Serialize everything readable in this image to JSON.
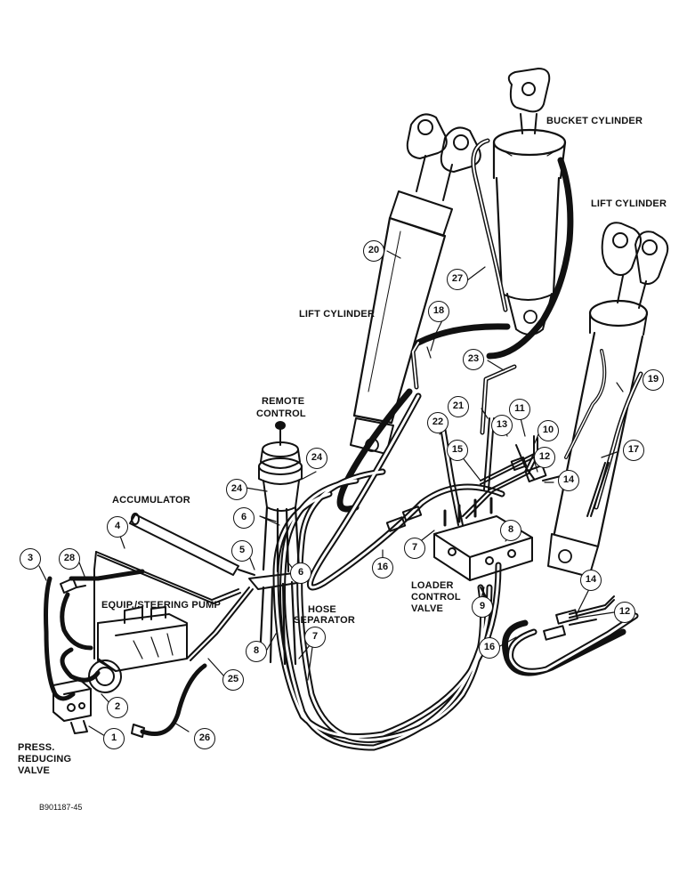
{
  "labels": {
    "bucket_cylinder": "BUCKET CYLINDER",
    "lift_cylinder_right": "LIFT CYLINDER",
    "lift_cylinder_left": "LIFT CYLINDER",
    "remote_control_1": "REMOTE",
    "remote_control_2": "CONTROL",
    "accumulator": "ACCUMULATOR",
    "pump": "EQUIP./STEERING PUMP",
    "hose_separator_1": "HOSE",
    "hose_separator_2": "SEPARATOR",
    "loader_valve_1": "LOADER",
    "loader_valve_2": "CONTROL",
    "loader_valve_3": "VALVE",
    "reducing_valve_1": "PRESS.",
    "reducing_valve_2": "REDUCING",
    "reducing_valve_3": "VALVE"
  },
  "callouts": {
    "c1": "1",
    "c2": "2",
    "c3": "3",
    "c4": "4",
    "c5": "5",
    "c6a": "6",
    "c6b": "6",
    "c7a": "7",
    "c7b": "7",
    "c8a": "8",
    "c8b": "8",
    "c9": "9",
    "c10": "10",
    "c11": "11",
    "c12a": "12",
    "c12b": "12",
    "c13": "13",
    "c14a": "14",
    "c14b": "14",
    "c15": "15",
    "c16a": "16",
    "c16b": "16",
    "c17": "17",
    "c18": "18",
    "c19": "19",
    "c20": "20",
    "c21": "21",
    "c22": "22",
    "c23": "23",
    "c24a": "24",
    "c24b": "24",
    "c25": "25",
    "c26": "26",
    "c27": "27",
    "c28": "28"
  },
  "figure_id": "B901187-45"
}
